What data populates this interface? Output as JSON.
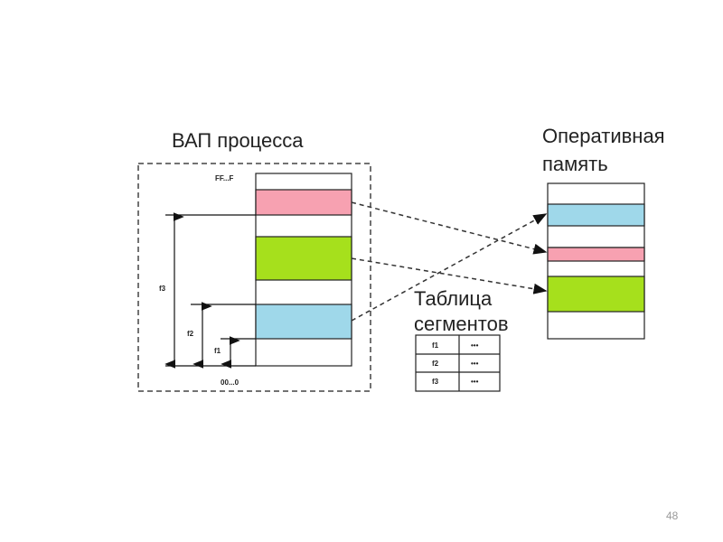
{
  "vas_title": "ВАП процесса",
  "ram_title_line1": "Оперативная",
  "ram_title_line2": "память",
  "table_title_line1": "Таблица",
  "table_title_line2": "сегментов",
  "top_address": "FF...F",
  "bottom_address": "00...0",
  "segment_labels": {
    "f1": "f1",
    "f2": "f2",
    "f3": "f3"
  },
  "segment_table": [
    {
      "name": "f1",
      "value": "•••"
    },
    {
      "name": "f2",
      "value": "•••"
    },
    {
      "name": "f3",
      "value": "•••"
    }
  ],
  "page_number": "48",
  "colors": {
    "pink": "#f7a1b1",
    "green": "#a6e01c",
    "blue": "#9fd8ea"
  }
}
